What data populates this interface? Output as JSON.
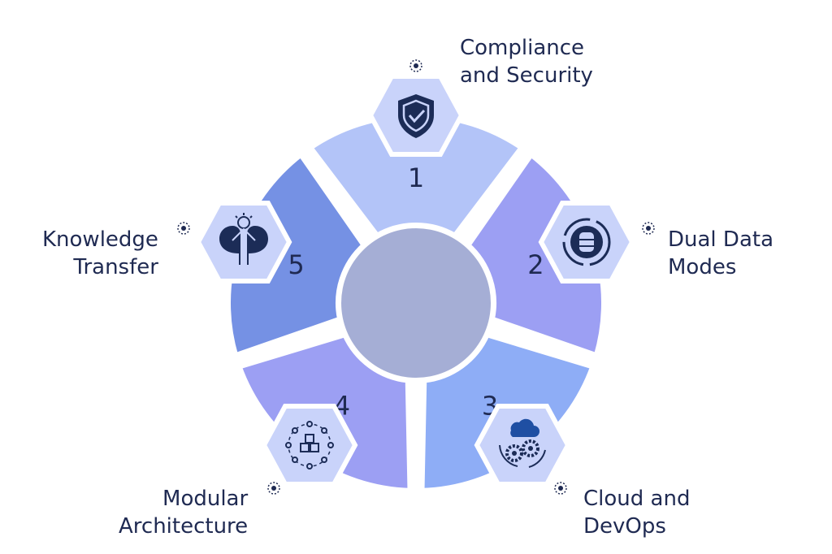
{
  "segments": [
    {
      "number": "1",
      "title_lines": [
        "Compliance",
        "and Security"
      ],
      "icon": "shield-check-icon",
      "color": "#b3c4f8"
    },
    {
      "number": "2",
      "title_lines": [
        "Dual Data",
        "Modes"
      ],
      "icon": "database-gear-icon",
      "color": "#9c9ff3"
    },
    {
      "number": "3",
      "title_lines": [
        "Cloud and",
        "DevOps"
      ],
      "icon": "cloud-gears-icon",
      "color": "#8eadf6"
    },
    {
      "number": "4",
      "title_lines": [
        "Modular",
        "Architecture"
      ],
      "icon": "modular-cubes-icon",
      "color": "#9c9ff3"
    },
    {
      "number": "5",
      "title_lines": [
        "Knowledge",
        "Transfer"
      ],
      "icon": "knowledge-heads-icon",
      "color": "#7591e4"
    }
  ],
  "colors": {
    "text": "#1f2a52",
    "icon_dark": "#1c2c57",
    "badge_fill": "#c9d3fa",
    "center": "#5b6cb3"
  }
}
